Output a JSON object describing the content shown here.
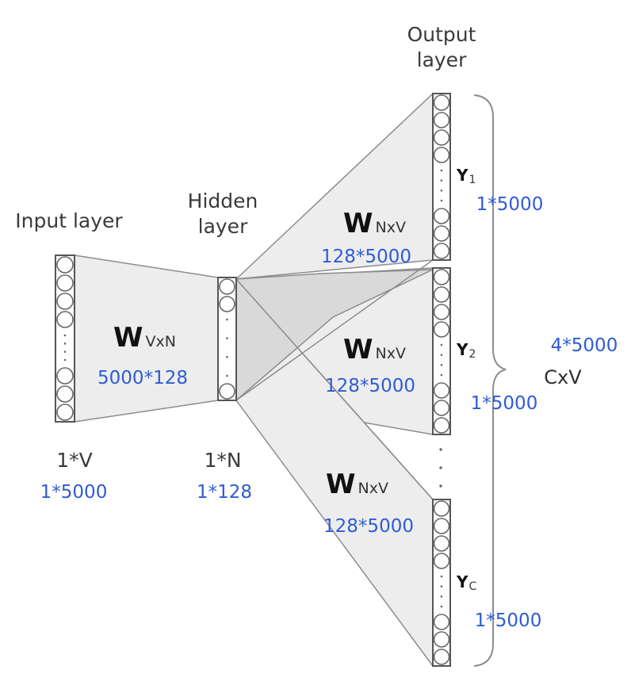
{
  "input_layer": {
    "title": "Input layer",
    "dim": "1*V",
    "size": "1*5000"
  },
  "hidden_layer": {
    "title_line1": "Hidden",
    "title_line2": "layer",
    "dim": "1*N",
    "size": "1*128"
  },
  "output_layer": {
    "title_line1": "Output",
    "title_line2": "layer"
  },
  "w_input": {
    "letter": "W",
    "sub": "VxN",
    "size": "5000*128"
  },
  "w_outputs": [
    {
      "letter": "W",
      "sub": "NxV",
      "size": "128*5000"
    },
    {
      "letter": "W",
      "sub": "NxV",
      "size": "128*5000"
    },
    {
      "letter": "W",
      "sub": "NxV",
      "size": "128*5000"
    }
  ],
  "outputs": [
    {
      "letter": "Y",
      "sub": "1",
      "size": "1*5000"
    },
    {
      "letter": "Y",
      "sub": "2",
      "size": "1*5000"
    },
    {
      "letter": "Y",
      "sub": "C",
      "size": "1*5000"
    }
  ],
  "brace": {
    "label": "CxV",
    "size": "4*5000"
  },
  "colors": {
    "annotation_blue": "#2f5bd6",
    "pane_fill": "#ededed",
    "pane_overlap": "#d9d9d9"
  }
}
